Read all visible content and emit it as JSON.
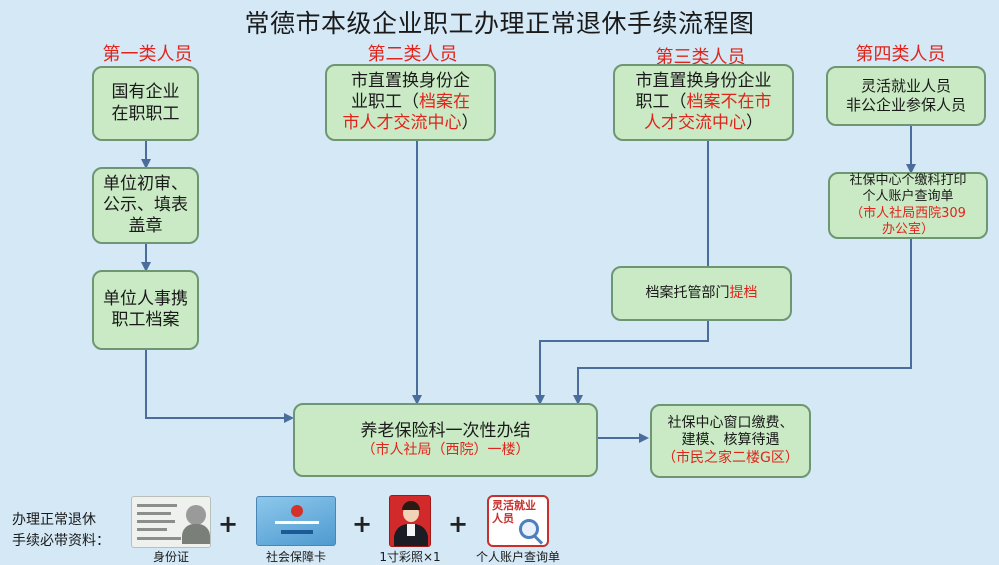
{
  "title": "常德市本级企业职工办理正常退休手续流程图",
  "categories": [
    "第一类人员",
    "第二类人员",
    "第三类人员",
    "第四类人员"
  ],
  "cat1": {
    "box1": "国有企业\n在职职工",
    "box2": "单位初审、\n公示、填表\n盖章",
    "box3": "单位人事携\n职工档案"
  },
  "cat2": {
    "box1_a": "市直置换身份企\n业职工（",
    "box1_red": "档案在\n市人才交流中心",
    "box1_b": "）"
  },
  "cat3": {
    "box1_a": "市直置换身份企业\n职工（",
    "box1_red": "档案不在市\n人才交流中心",
    "box1_b": "）",
    "box2_a": "档案托管部门",
    "box2_red": "提档"
  },
  "cat4": {
    "box1": "灵活就业人员\n非公企业参保人员",
    "box2_a": "社保中心个缴科打印\n个人账户查询单",
    "box2_red": "（市人社局西院309\n办公室）"
  },
  "main": {
    "line1": "养老保险科一次性办结",
    "line2": "（市人社局（西院）一楼）"
  },
  "final": {
    "line1": "社保中心窗口缴费、\n建模、核算待遇",
    "line2": "（市民之家二楼G区）"
  },
  "requirements": {
    "label": "办理正常退休\n手续必带资料：",
    "plus": "+",
    "items": [
      {
        "caption": "身份证",
        "icon": "id-card-icon"
      },
      {
        "caption": "社会保障卡",
        "icon": "social-security-card-icon"
      },
      {
        "caption": "1寸彩照×1",
        "icon": "photo-icon"
      },
      {
        "caption": "个人账户查询单",
        "icon": "account-inquiry-icon",
        "badge": "灵活就业\n人员"
      }
    ]
  },
  "colors": {
    "background": "#d4e8f6",
    "box_fill": "#c9eac4",
    "box_border": "#6f9672",
    "arrow": "#4a6d9c",
    "highlight": "#e0241c"
  }
}
